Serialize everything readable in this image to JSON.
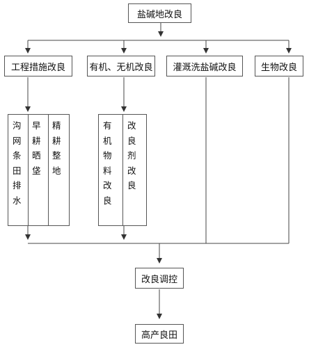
{
  "diagram": {
    "root": "盐碱地改良",
    "methods": [
      "工程措施改良",
      "有机、无机改良",
      "灌溉洗盐碱改良",
      "生物改良"
    ],
    "engineering_subitems": [
      "沟网条田排水",
      "早耕晒垡",
      "精耕整地"
    ],
    "organic_subitems": [
      "有机物料改良",
      "改良剂改良"
    ],
    "control": "改良调控",
    "result": "高产良田"
  }
}
